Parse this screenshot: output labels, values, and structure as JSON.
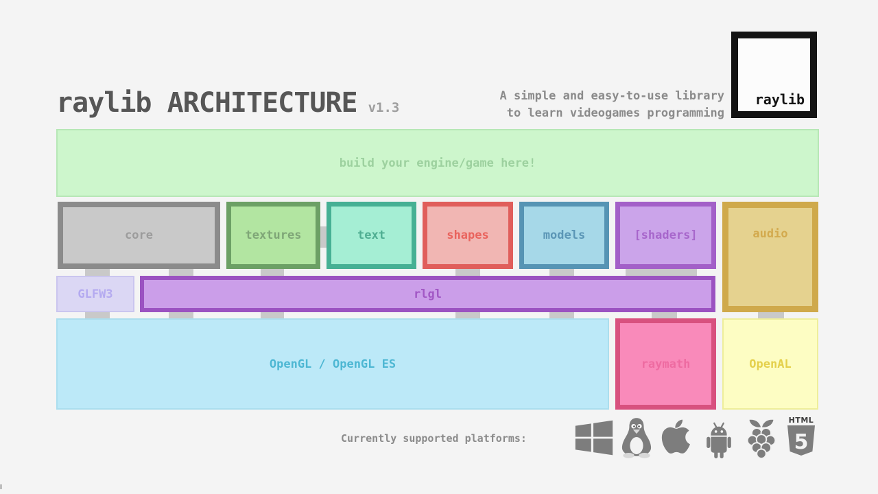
{
  "header": {
    "title": "raylib ARCHITECTURE",
    "version": "v1.3",
    "tagline_line1": "A simple and easy-to-use library",
    "tagline_line2": "to learn videogames programming",
    "logo_label": "raylib"
  },
  "colors": {
    "background": "#f4f4f4",
    "title_text": "#565656",
    "muted_text": "#8b8b8b",
    "connector": "#c9c9c9",
    "icon_gray": "#7d7d7d"
  },
  "diagram": {
    "engine": {
      "label": "build your engine/game here!",
      "fill": "#cdf6cc",
      "border": "#b7e7b6",
      "text_color": "#9dd19f"
    },
    "modules": [
      {
        "label": "core",
        "fill": "#c9c9c9",
        "border": "#8b8b8b",
        "text_color": "#9c9c9c"
      },
      {
        "label": "textures",
        "fill": "#b2e5a1",
        "border": "#6ca065",
        "text_color": "#7fa677"
      },
      {
        "label": "text",
        "fill": "#a5eed4",
        "border": "#46b094",
        "text_color": "#4fae92"
      },
      {
        "label": "shapes",
        "fill": "#f1b6b3",
        "border": "#e05e5b",
        "text_color": "#e9635d"
      },
      {
        "label": "models",
        "fill": "#a6d8e8",
        "border": "#5694b4",
        "text_color": "#5b96b6"
      },
      {
        "label": "[shaders]",
        "fill": "#cba4ea",
        "border": "#a360c8",
        "text_color": "#a766cb"
      },
      {
        "label": "audio",
        "fill": "#e5d28f",
        "border": "#cfa94b",
        "text_color": "#d3aa4e"
      }
    ],
    "core_layer": [
      {
        "label": "GLFW3",
        "fill": "#dbd7f4",
        "border": "#cac5ef",
        "text_color": "#b4aaf0"
      },
      {
        "label": "rlgl",
        "fill": "#cb9ee9",
        "border": "#9b52c1",
        "text_color": "#a258c5"
      }
    ],
    "low_level": [
      {
        "label": "OpenGL / OpenGL ES",
        "fill": "#bce9f8",
        "border": "#abdeee",
        "text_color": "#4db7d3"
      },
      {
        "label": "raymath",
        "fill": "#f98aba",
        "border": "#d8517f",
        "text_color": "#ee6ba1"
      },
      {
        "label": "OpenAL",
        "fill": "#fdfdc3",
        "border": "#eeee9a",
        "text_color": "#e4d04b"
      }
    ]
  },
  "platforms": {
    "label": "Currently supported platforms:",
    "icons": [
      {
        "name": "windows-icon"
      },
      {
        "name": "linux-icon"
      },
      {
        "name": "apple-icon"
      },
      {
        "name": "android-icon"
      },
      {
        "name": "raspberry-pi-icon"
      },
      {
        "name": "html5-icon",
        "badge_top": "HTML",
        "badge_number": "5"
      }
    ]
  }
}
